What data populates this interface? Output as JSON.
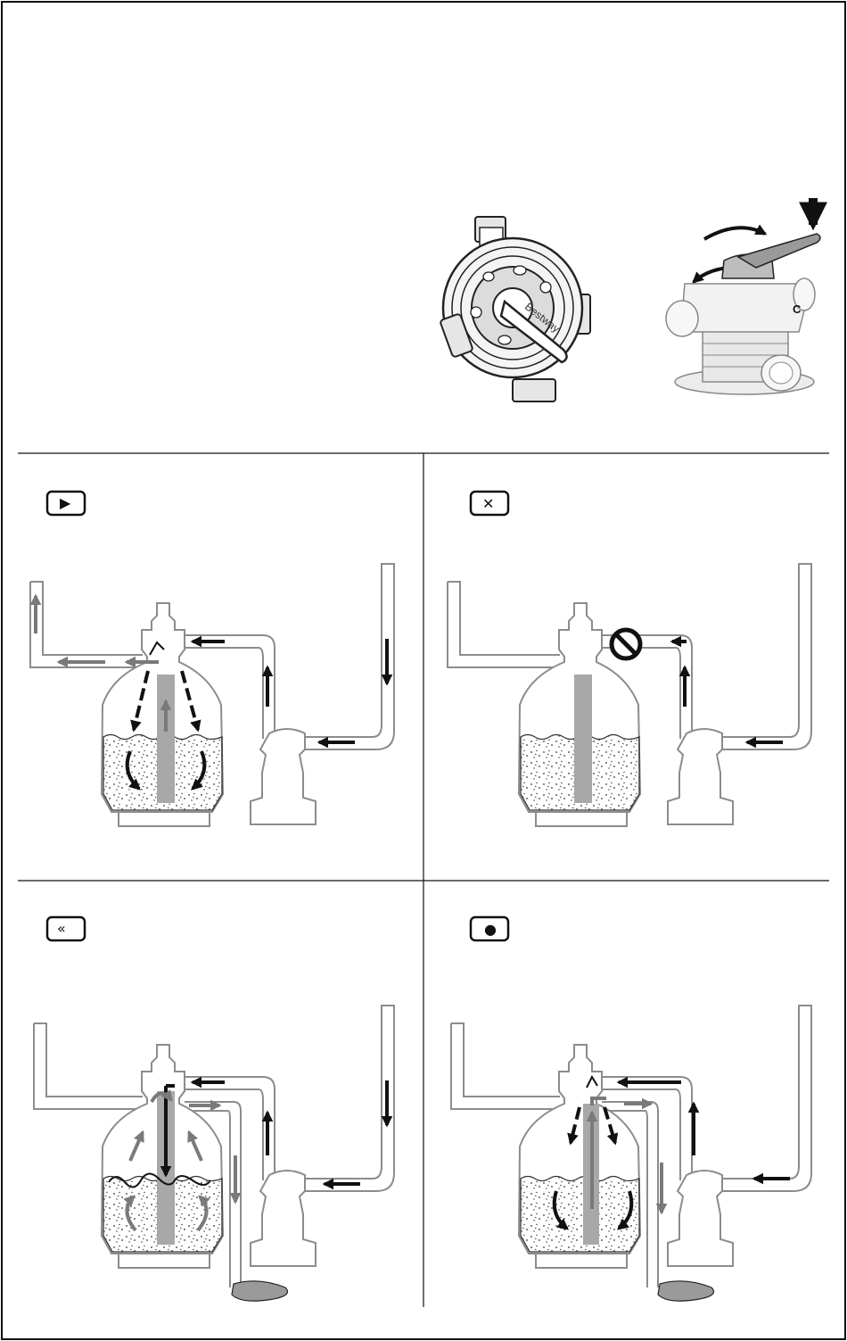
{
  "valve": {
    "brand": "Bestway",
    "side_label": "C"
  },
  "modes": [
    {
      "id": "filter",
      "symbol": "▶",
      "icon": "play-icon"
    },
    {
      "id": "closed",
      "symbol": "✕",
      "icon": "close-icon"
    },
    {
      "id": "backwash",
      "symbol": "«",
      "icon": "double-chevron-left-icon"
    },
    {
      "id": "rinse",
      "symbol": "●",
      "icon": "droplet-icon"
    }
  ]
}
